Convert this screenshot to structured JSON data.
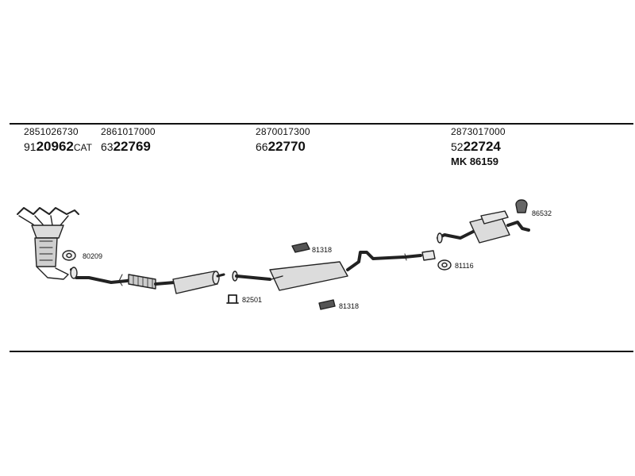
{
  "groups": [
    {
      "oe": "2851026730",
      "prefix": "91",
      "main": "20962",
      "suffix": "CAT"
    },
    {
      "oe": "2861017000",
      "prefix": "63",
      "main": "22769",
      "suffix": ""
    },
    {
      "oe": "2870017300",
      "prefix": "66",
      "main": "22770",
      "suffix": ""
    },
    {
      "oe": "2873017000",
      "prefix": "52",
      "main": "22724",
      "suffix": "",
      "kit": "MK  86159"
    }
  ],
  "callouts": {
    "gasket_front": "80209",
    "clamp_mid": "82501",
    "mount_upper": "81318",
    "mount_lower": "81318",
    "gasket_rear": "81116",
    "hanger_rear": "86532"
  }
}
